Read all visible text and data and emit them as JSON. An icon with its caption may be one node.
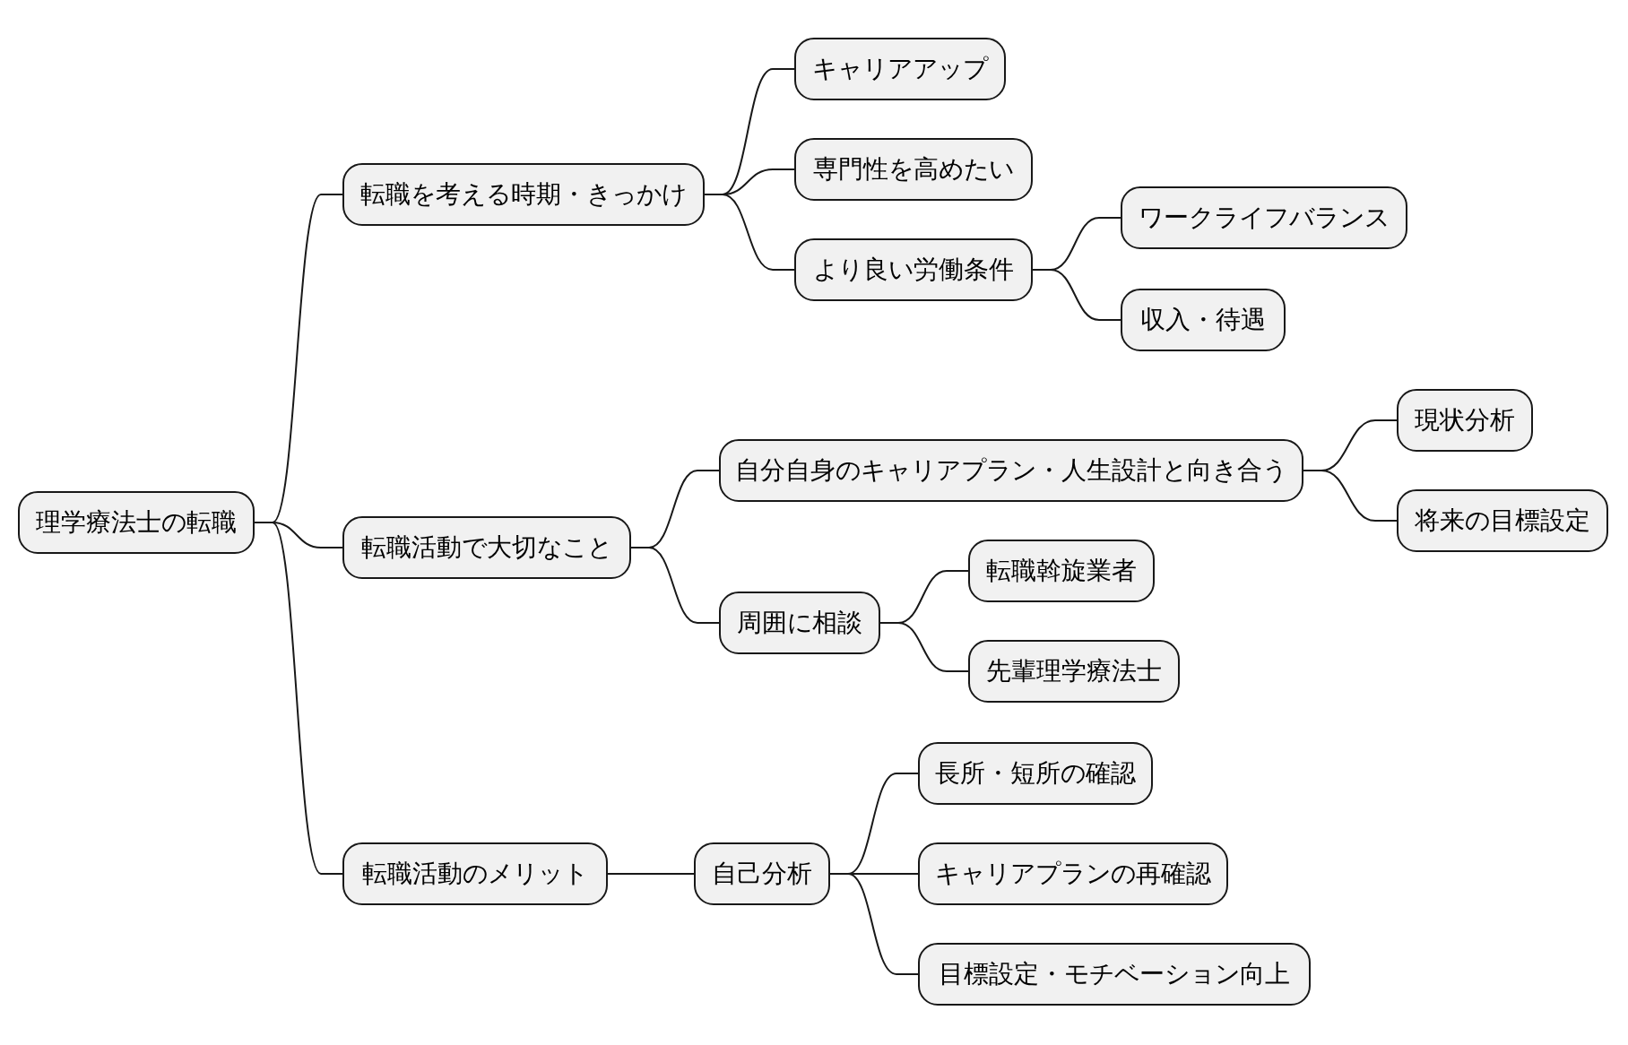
{
  "diagram": {
    "nodes": [
      {
        "text": [
          "理学療法士の転職"
        ]
      },
      {
        "text": [
          "転職を考える時期・きっかけ"
        ]
      },
      {
        "text": [
          "キャリアアップ"
        ]
      },
      {
        "text": [
          "専門性を高めたい"
        ]
      },
      {
        "text": [
          "より良い労働条件"
        ]
      },
      {
        "text": [
          "ワークライフバランス"
        ]
      },
      {
        "text": [
          "収入・待遇"
        ]
      },
      {
        "text": [
          "転職活動で大切なこと"
        ]
      },
      {
        "text": [
          "自分自身のキャリアプラン・人生設計と向き合う"
        ]
      },
      {
        "text": [
          "現状分析"
        ]
      },
      {
        "text": [
          "将来の目標設定"
        ]
      },
      {
        "text": [
          "周囲に相談"
        ]
      },
      {
        "text": [
          "転職斡旋業者"
        ]
      },
      {
        "text": [
          "先輩理学療法士"
        ]
      },
      {
        "text": [
          "転職活動のメリット"
        ]
      },
      {
        "text": [
          "自己分析"
        ]
      },
      {
        "text": [
          "長所・短所の確認"
        ]
      },
      {
        "text": [
          "キャリアプランの再確認"
        ]
      },
      {
        "text": [
          "目標設定・モチベーション向上"
        ]
      }
    ],
    "edges": [
      {
        "from": 0,
        "to": 1,
        "arrow": "none"
      },
      {
        "from": 1,
        "to": 2,
        "arrow": "none"
      },
      {
        "from": 1,
        "to": 3,
        "arrow": "none"
      },
      {
        "from": 1,
        "to": 4,
        "arrow": "none"
      },
      {
        "from": 4,
        "to": 5,
        "arrow": "none"
      },
      {
        "from": 4,
        "to": 6,
        "arrow": "none"
      },
      {
        "from": 0,
        "to": 7,
        "arrow": "none"
      },
      {
        "from": 7,
        "to": 8,
        "arrow": "none"
      },
      {
        "from": 8,
        "to": 9,
        "arrow": "none"
      },
      {
        "from": 8,
        "to": 10,
        "arrow": "none"
      },
      {
        "from": 7,
        "to": 11,
        "arrow": "none"
      },
      {
        "from": 11,
        "to": 12,
        "arrow": "none"
      },
      {
        "from": 11,
        "to": 13,
        "arrow": "none"
      },
      {
        "from": 0,
        "to": 14,
        "arrow": "none"
      },
      {
        "from": 14,
        "to": 15,
        "arrow": "none"
      },
      {
        "from": 15,
        "to": 16,
        "arrow": "none"
      },
      {
        "from": 15,
        "to": 17,
        "arrow": "none"
      },
      {
        "from": 15,
        "to": 18,
        "arrow": "none"
      }
    ]
  }
}
